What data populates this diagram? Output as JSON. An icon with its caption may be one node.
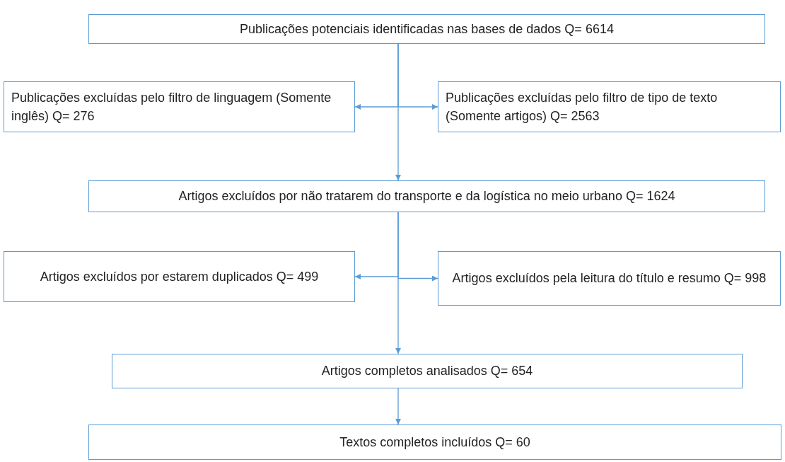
{
  "diagram": {
    "nodes": [
      {
        "text": [
          "Publicações potenciais identificadas nas bases de dados Q= 6614"
        ]
      },
      {
        "text": [
          "Publicações excluídas pelo filtro de linguagem (Somente inglês) Q= 276"
        ]
      },
      {
        "text": [
          "Publicações excluídas pelo filtro de tipo de texto (Somente artigos) Q= 2563"
        ]
      },
      {
        "text": [
          "Artigos excluídos por não tratarem do transporte e da logística no meio urbano Q= 1624"
        ]
      },
      {
        "text": [
          "Artigos excluídos por estarem duplicados Q= 499"
        ]
      },
      {
        "text": [
          "Artigos excluídos pela leitura do título e resumo Q= 998"
        ]
      },
      {
        "text": [
          "Artigos completos analisados Q= 654"
        ]
      },
      {
        "text": [
          "Textos completos incluídos Q= 60"
        ]
      }
    ],
    "edges": [
      {
        "from": 0,
        "to": 1,
        "arrow": "to"
      },
      {
        "from": 0,
        "to": 2,
        "arrow": "to"
      },
      {
        "from": 0,
        "to": 3,
        "arrow": "to"
      },
      {
        "from": 3,
        "to": 4,
        "arrow": "to"
      },
      {
        "from": 3,
        "to": 5,
        "arrow": "to"
      },
      {
        "from": 3,
        "to": 6,
        "arrow": "to"
      },
      {
        "from": 6,
        "to": 7,
        "arrow": "to"
      }
    ]
  }
}
